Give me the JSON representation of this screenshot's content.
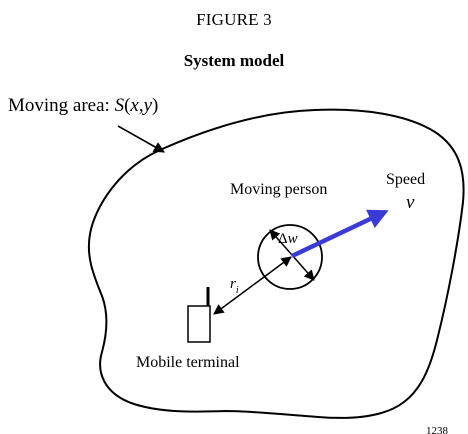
{
  "figure": {
    "number": "FIGURE 3",
    "title": "System model"
  },
  "labels": {
    "moving_area_prefix": "Moving area: ",
    "moving_area_func": "S",
    "moving_area_open": "(",
    "moving_area_x": "x",
    "moving_area_comma": ",",
    "moving_area_y": "y",
    "moving_area_close": ")",
    "moving_person": "Moving person",
    "speed": "Speed",
    "speed_symbol": "v",
    "delta_w_delta": "Δ",
    "delta_w_w": "w",
    "distance_r": "r",
    "distance_i": "i",
    "mobile_terminal": "Mobile terminal",
    "figure_code": "1238"
  },
  "colors": {
    "speed_arrow": "#3a3ad6",
    "ink": "#000000"
  }
}
